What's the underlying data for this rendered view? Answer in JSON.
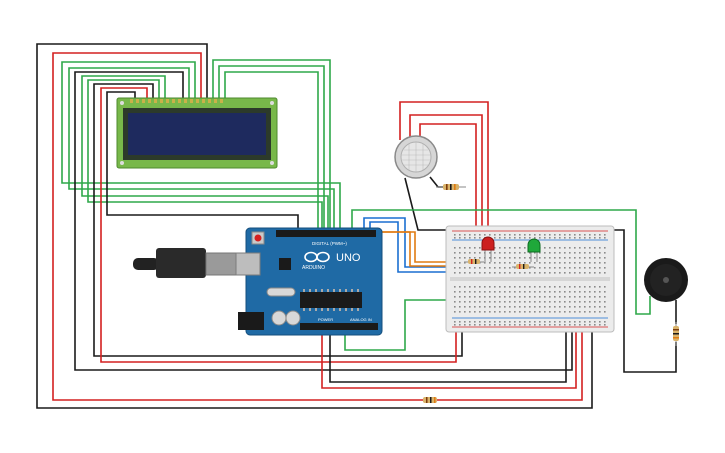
{
  "board": {
    "logo_text": "UNO",
    "brand_text": "ARDUINO",
    "digital_label": "DIGITAL (PWM~)",
    "power_label": "POWER",
    "analog_label": "ANALOG IN"
  },
  "components": {
    "lcd": {
      "icon": "lcd-16x2-icon"
    },
    "gas_sensor": {
      "icon": "gas-sensor-icon"
    },
    "led_red": {
      "color": "#cc1f1f"
    },
    "led_green": {
      "color": "#1fa83a"
    },
    "buzzer": {
      "icon": "piezo-buzzer-icon"
    }
  },
  "colors": {
    "wire_black": "#1a1a1a",
    "wire_red": "#d42020",
    "wire_green": "#2fa84a",
    "wire_blue": "#1a6fd1",
    "wire_orange": "#e07b12",
    "board_blue": "#1f6aa5",
    "lcd_green": "#78b84a",
    "lcd_screen": "#1e2a5e",
    "breadboard": "#e8e8e8"
  }
}
